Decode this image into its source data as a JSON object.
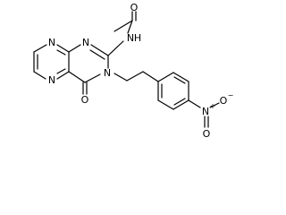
{
  "molecule": {
    "atoms": {
      "acetyl_o": "O",
      "amide_nh": "N",
      "amide_h": "H",
      "n1": "N",
      "n3": "N",
      "n5": "N",
      "n8": "N",
      "carbonyl_o": "O",
      "nitro_n": "N",
      "nitro_n_charge": "+",
      "nitro_o_single": "O",
      "nitro_o_single_charge": "−",
      "nitro_o_double": "O"
    }
  }
}
